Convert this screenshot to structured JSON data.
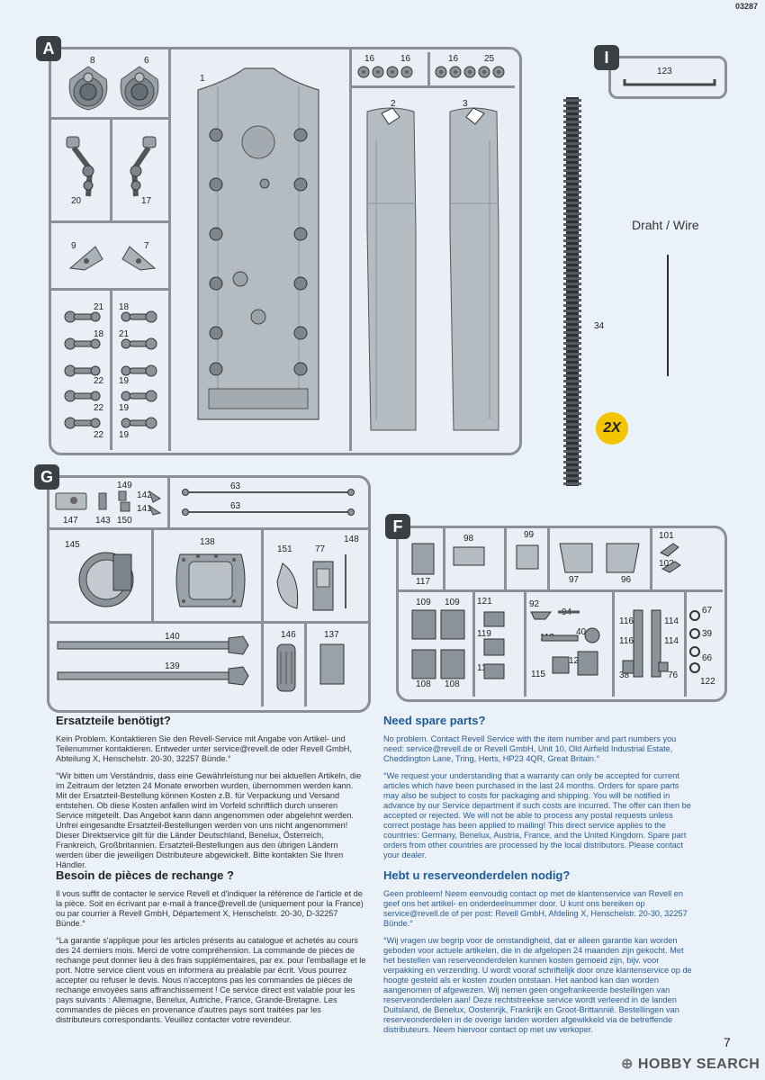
{
  "doc_number": "03287",
  "page_number": "7",
  "watermark": "HOBBY SEARCH",
  "sprue_labels": {
    "A": "A",
    "G": "G",
    "F": "F",
    "I": "I"
  },
  "wire_label": "Draht / Wire",
  "badge_2x": "2X",
  "parts": {
    "A": [
      "8",
      "6",
      "1",
      "16",
      "16",
      "16",
      "25",
      "2",
      "3",
      "20",
      "17",
      "9",
      "7",
      "21",
      "18",
      "18",
      "21",
      "22",
      "19",
      "22",
      "19",
      "22",
      "19",
      "34"
    ],
    "I": [
      "123"
    ],
    "G": [
      "149",
      "142",
      "141",
      "147",
      "143",
      "150",
      "63",
      "63",
      "145",
      "138",
      "151",
      "77",
      "148",
      "140",
      "139",
      "146",
      "137"
    ],
    "F": [
      "98",
      "99",
      "101",
      "102",
      "117",
      "97",
      "96",
      "109",
      "109",
      "121",
      "92",
      "94",
      "116",
      "114",
      "67",
      "119",
      "113",
      "40",
      "116",
      "114",
      "39",
      "120",
      "66",
      "118",
      "115",
      "38",
      "76",
      "122",
      "108",
      "108"
    ]
  },
  "sections": {
    "de": {
      "heading": "Ersatzteile benötigt?",
      "p1": "Kein Problem. Kontaktieren Sie den Revell-Service mit Angabe von Artikel- und Teilenummer kontaktieren. Entweder unter service@revell.de oder Revell GmbH, Abteilung X, Henschelstr. 20-30, 32257 Bünde.°",
      "p2": "°Wir bitten um Verständnis, dass eine Gewährleistung nur bei aktuellen Artikeln, die im Zeitraum der letzten 24 Monate erworben wurden, übernommen werden kann. Mit der Ersatzteil-Bestellung können Kosten z.B. für Verpackung und Versand entstehen. Ob diese Kosten anfallen wird im Vorfeld schriftlich durch unseren Service mitgeteilt. Das Angebot kann dann angenommen oder abgelehnt werden. Unfrei eingesandte Ersatzteil-Bestellungen werden von uns nicht angenommen! Dieser Direktservice gilt für die Länder Deutschland, Benelux, Österreich, Frankreich, Großbritannien. Ersatzteil-Bestellungen aus den übrigen Ländern werden über die jeweiligen Distributeure abgewickelt. Bitte kontakten Sie Ihren Händler."
    },
    "en": {
      "heading": "Need spare parts?",
      "p1": "No problem. Contact Revell Service with the item number and part numbers you need: service@revell.de or Revell GmbH, Unit 10, Old Airfield Industrial Estate, Cheddington Lane, Tring, Herts, HP23 4QR, Great Britain.°",
      "p2": "°We request your understanding that a warranty can only be accepted for current articles which have been purchased in the last 24 months. Orders for spare parts may also be subject to costs for packaging and shipping. You will be notified in advance by our Service department if such costs are incurred. The offer can then be accepted or rejected. We will not be able to process any postal requests unless correct postage has been applied to mailing! This direct service applies to the countries: Germany, Benelux, Austria, France, and the United Kingdom. Spare part orders from other countries are processed by the local distributors. Please contact your dealer."
    },
    "fr": {
      "heading": "Besoin de pièces de rechange ?",
      "p1": "Il vous suffit de contacter le service Revell et d'indiquer la référence de l'article et de la pièce. Soit en écrivant par e-mail à france@revell.de (uniquement pour la France) ou par courrier à Revell GmbH, Département X, Henschelstr. 20-30, D-32257 Bünde.°",
      "p2": "°La garantie s'applique pour les articles présents au catalogue et achetés au cours des 24 derniers mois. Merci de votre compréhension. La commande de pièces de rechange peut donner lieu à des frais supplémentaires, par ex. pour l'emballage et le port. Notre service client vous en informera au préalable par écrit. Vous pourrez accepter ou refuser le devis. Nous n'acceptons pas les commandes de pièces de rechange envoyées sans affranchissement ! Ce service direct est valable pour les pays suivants : Allemagne, Benelux, Autriche, France, Grande-Bretagne. Les commandes de pièces en provenance d'autres pays sont traitées par les distributeurs correspondants. Veuillez contacter votre revendeur."
    },
    "nl": {
      "heading": "Hebt u reserveonderdelen nodig?",
      "p1": "Geen probleem! Neem eenvoudig contact op met de klantenservice van Revell en geef ons het artikel- en onderdeelnummer door. U kunt ons bereiken op service@revell.de of per post: Revell GmbH, Afdeling X, Henschelstr. 20-30, 32257 Bünde.°",
      "p2": "°Wij vragen uw begrip voor de omstandigheid, dat er alleen garantie kan worden geboden voor actuele artikelen, die in de afgelopen 24 maanden zijn gekocht. Met het bestellen van reserveonderdelen kunnen kosten gemoeid zijn, bijv. voor verpakking en verzending. U wordt vooraf schriftelijk door onze klantenservice op de hoogte gesteld als er kosten zouden ontstaan. Het aanbod kan dan worden aangenomen of afgewezen. Wij nemen geen ongefrankeerde bestellingen van reserveonderdelen aan! Deze rechtstreekse service wordt verleend in de landen Duitsland, de Benelux, Oostenrijk, Frankrijk en Groot-Brittannië. Bestellingen van reserveonderdelen in de overige landen worden afgewikkeld via de betreffende distributeurs. Neem hiervoor contact op met uw verkoper."
    }
  }
}
